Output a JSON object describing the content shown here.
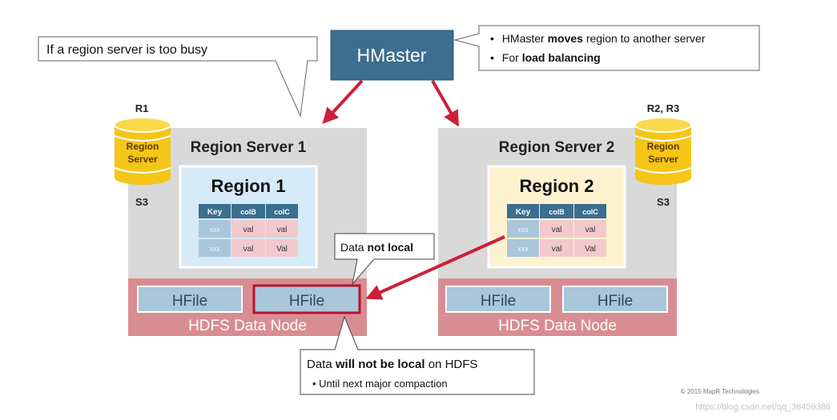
{
  "hmaster": {
    "label": "HMaster"
  },
  "callouts": {
    "busy": "If a region server is too busy",
    "moves_pre": "HMaster ",
    "moves_bold": "moves",
    "moves_post": " region to another server",
    "lb_pre": "For ",
    "lb_bold": "load balancing",
    "bullet": "•",
    "not_local_pre": "Data ",
    "not_local_bold": "not local",
    "will_pre": "Data ",
    "will_bold": "will not be local",
    "will_post": " on HDFS",
    "until": "• Until next major compaction"
  },
  "server1": {
    "title": "Region Server 1",
    "region": "Region 1",
    "hfile_a": "HFile",
    "hfile_b": "HFile",
    "datanode": "HDFS Data Node",
    "db_top": "R1",
    "db_l1": "Region",
    "db_l2": "Server",
    "db_bottom": "S3"
  },
  "server2": {
    "title": "Region Server 2",
    "region": "Region 2",
    "hfile_a": "HFile",
    "hfile_b": "HFile",
    "datanode": "HDFS Data Node",
    "db_top": "R2, R3",
    "db_l1": "Region",
    "db_l2": "Server",
    "db_bottom": "S3"
  },
  "table": {
    "headers": [
      "Key",
      "colB",
      "colC"
    ],
    "r1_rows": [
      [
        "xxx",
        "val",
        "val"
      ],
      [
        "xxx",
        "val",
        "Val"
      ]
    ],
    "r2_rows": [
      [
        "xxx",
        "val",
        "val"
      ],
      [
        "xxx",
        "val",
        "Val"
      ]
    ]
  },
  "footer": {
    "copyright": "© 2015 MapR Technologies",
    "watermark": "https://blog.csdn.net/qq_36459386"
  },
  "colors": {
    "hmaster": "#3b6e8f",
    "arrow": "#cc1f3a",
    "server_bg": "#d9d9d9",
    "datanode": "#d88d92",
    "hfile": "#a9c6da",
    "region1_bg": "#d6eaf8",
    "region2_bg": "#fdf2d0",
    "db": "#f5c518"
  }
}
